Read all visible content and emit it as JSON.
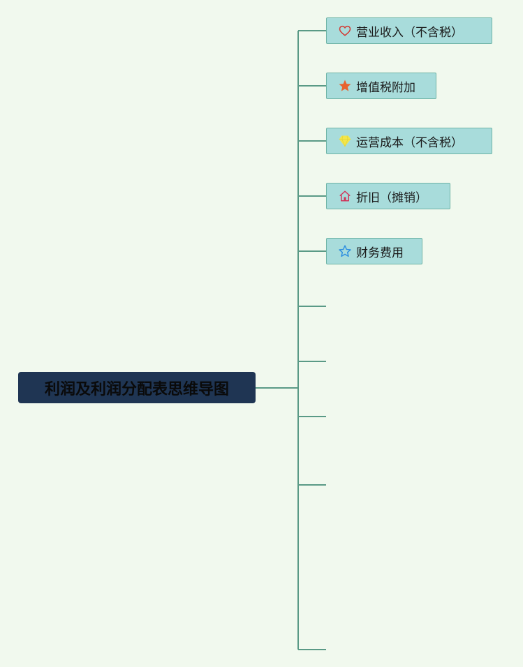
{
  "root": {
    "label": "利润及利润分配表思维导图"
  },
  "branches": [
    {
      "label": "营业收入（不含税）",
      "icon": "heart-outline-icon",
      "icon_color": "#d23b34"
    },
    {
      "label": "增值税附加",
      "icon": "star-filled-icon",
      "icon_color": "#e8622e"
    },
    {
      "label": "运营成本（不含税）",
      "icon": "diamond-icon",
      "icon_color": "#f3e64a"
    },
    {
      "label": "折旧（摊销）",
      "icon": "house-icon",
      "icon_color": "#d0355a"
    },
    {
      "label": "财务费用",
      "icon": "star-outline-icon",
      "icon_color": "#2d8fe0"
    },
    {
      "label": ""
    },
    {
      "label": ""
    },
    {
      "label": ""
    },
    {
      "label": ""
    },
    {
      "label": ""
    }
  ],
  "colors": {
    "background": "#f1f9ee",
    "connector": "#5a9a86",
    "root_fill": "#1f3553",
    "node_fill": "#a8dcdb",
    "node_border": "#6fb4a6"
  }
}
